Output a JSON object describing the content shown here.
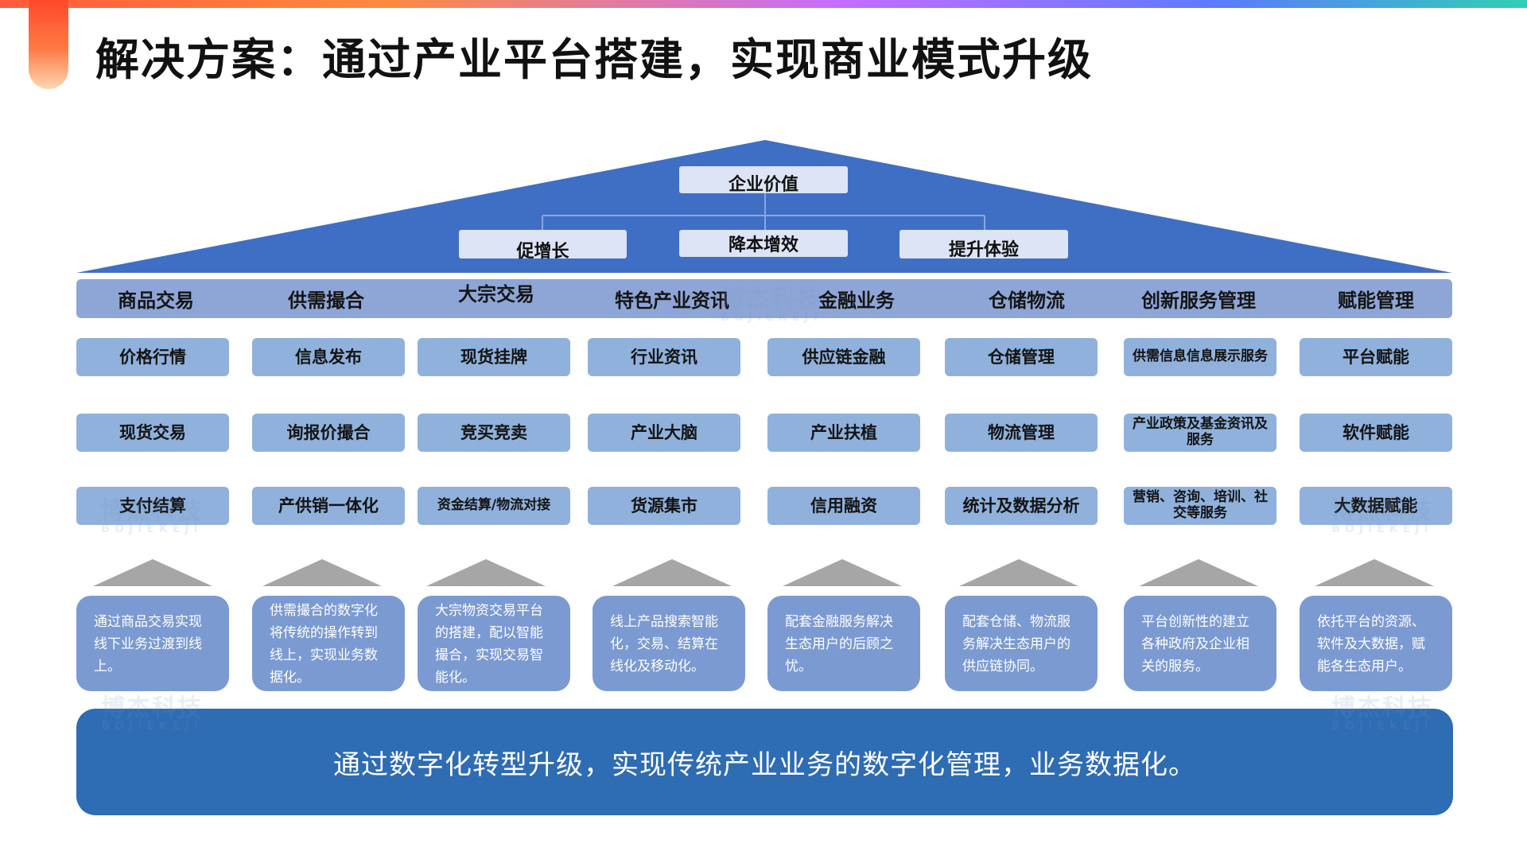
{
  "header": {
    "title": "解决方案：通过产业平台搭建，实现商业模式升级"
  },
  "roof": {
    "top_label": "企业价值",
    "values": [
      "促增长",
      "降本增效",
      "提升体验"
    ],
    "color": "#3f6fc4"
  },
  "categories": [
    "商品交易",
    "供需撮合",
    "大宗交易",
    "特色产业资讯",
    "金融业务",
    "仓储物流",
    "创新服务管理",
    "赋能管理"
  ],
  "features": [
    [
      "价格行情",
      "现货交易",
      "支付结算"
    ],
    [
      "信息发布",
      "询报价撮合",
      "产供销一体化"
    ],
    [
      "现货挂牌",
      "竞买竞卖",
      "资金结算/物流对接"
    ],
    [
      "行业资讯",
      "产业大脑",
      "货源集市"
    ],
    [
      "供应链金融",
      "产业扶植",
      "信用融资"
    ],
    [
      "仓储管理",
      "物流管理",
      "统计及数据分析"
    ],
    [
      "供需信息信息展示服务",
      "产业政策及基金资讯及服务",
      "营销、咨询、培训、社交等服务"
    ],
    [
      "平台赋能",
      "软件赋能",
      "大数据赋能"
    ]
  ],
  "descriptions": [
    "通过商品交易实现线下业务过渡到线上。",
    "供需撮合的数字化将传统的操作转到线上，实现业务数据化。",
    "大宗物资交易平台的搭建，配以智能撮合，实现交易智能化。",
    "线上产品搜索智能化，交易、结算在线化及移动化。",
    "配套金融服务解决生态用户的后顾之忧。",
    "配套仓储、物流服务解决生态用户的供应链协同。",
    "平台创新性的建立各种政府及企业相关的服务。",
    "依托平台的资源、软件及大数据，赋能各生态用户。"
  ],
  "footer": {
    "banner": "通过数字化转型升级，实现传统产业业务的数字化管理，业务数据化。"
  },
  "watermark": {
    "cn": "博杰科技",
    "en": "BOJIEKEJI"
  },
  "colors": {
    "roof": "#3f6fc4",
    "category_bar": "#8ea6d6",
    "feature": "#8fb1dc",
    "description": "#7b9ad1",
    "banner": "#2e6cb3",
    "arrow": "#a6a6a6"
  }
}
